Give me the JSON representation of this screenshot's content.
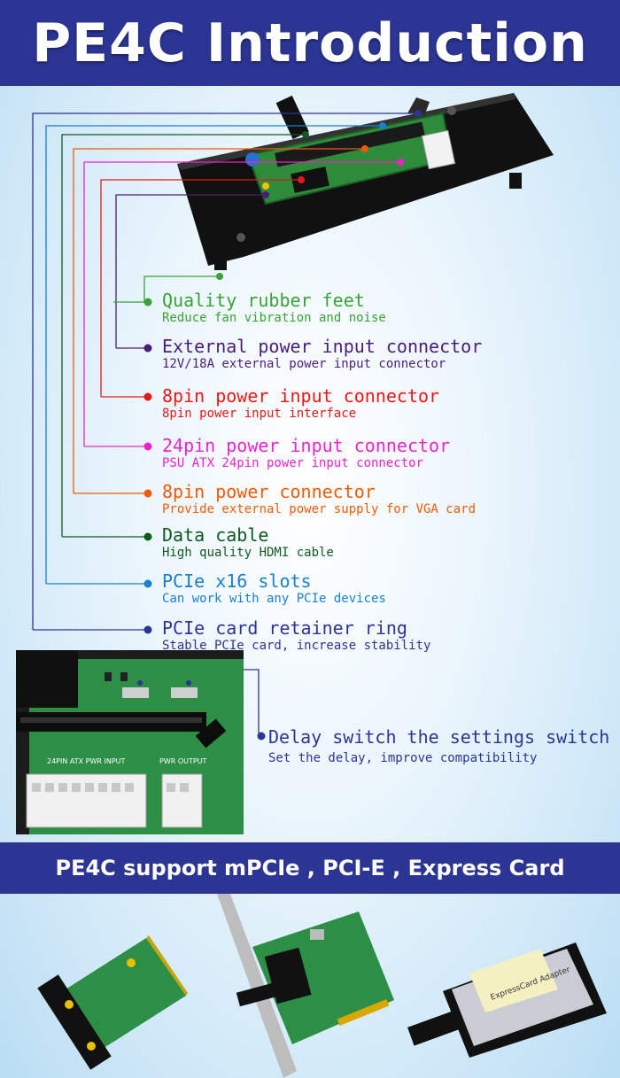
{
  "header": {
    "title": "PE4C Introduction"
  },
  "colors": {
    "banner": "#2c3593",
    "feature_colors": [
      "#3aa03a",
      "#4b1d7a",
      "#e31a1a",
      "#ee22cc",
      "#ee5a0a",
      "#0f5a24",
      "#1a7fd0",
      "#2c3593"
    ]
  },
  "features": [
    {
      "title": "Quality rubber feet",
      "desc": "Reduce fan vibration and noise"
    },
    {
      "title": "External power input connector",
      "desc": "12V/18A external power input connector"
    },
    {
      "title": "8pin power input connector",
      "desc": "8pin power input interface"
    },
    {
      "title": "24pin power input connector",
      "desc": "PSU ATX 24pin power input connector"
    },
    {
      "title": "8pin power connector",
      "desc": "Provide external power supply for VGA card"
    },
    {
      "title": "Data cable",
      "desc": "High quality HDMI cable"
    },
    {
      "title": "PCIe x16 slots",
      "desc": "Can work with any PCIe devices"
    },
    {
      "title": "PCIe card retainer ring",
      "desc": "Stable PCIe card, increase stability"
    }
  ],
  "closeup": {
    "atx_label": "24PIN ATX PWR INPUT",
    "pwr_label": "PWR OUTPUT"
  },
  "delay": {
    "title": "Delay switch the settings switch",
    "desc": "Set the delay, improve compatibility"
  },
  "support": {
    "title": "PE4C support mPCIe , PCI-E , Express Card"
  },
  "cards": {
    "express_label": "ExpressCard Adapter"
  }
}
